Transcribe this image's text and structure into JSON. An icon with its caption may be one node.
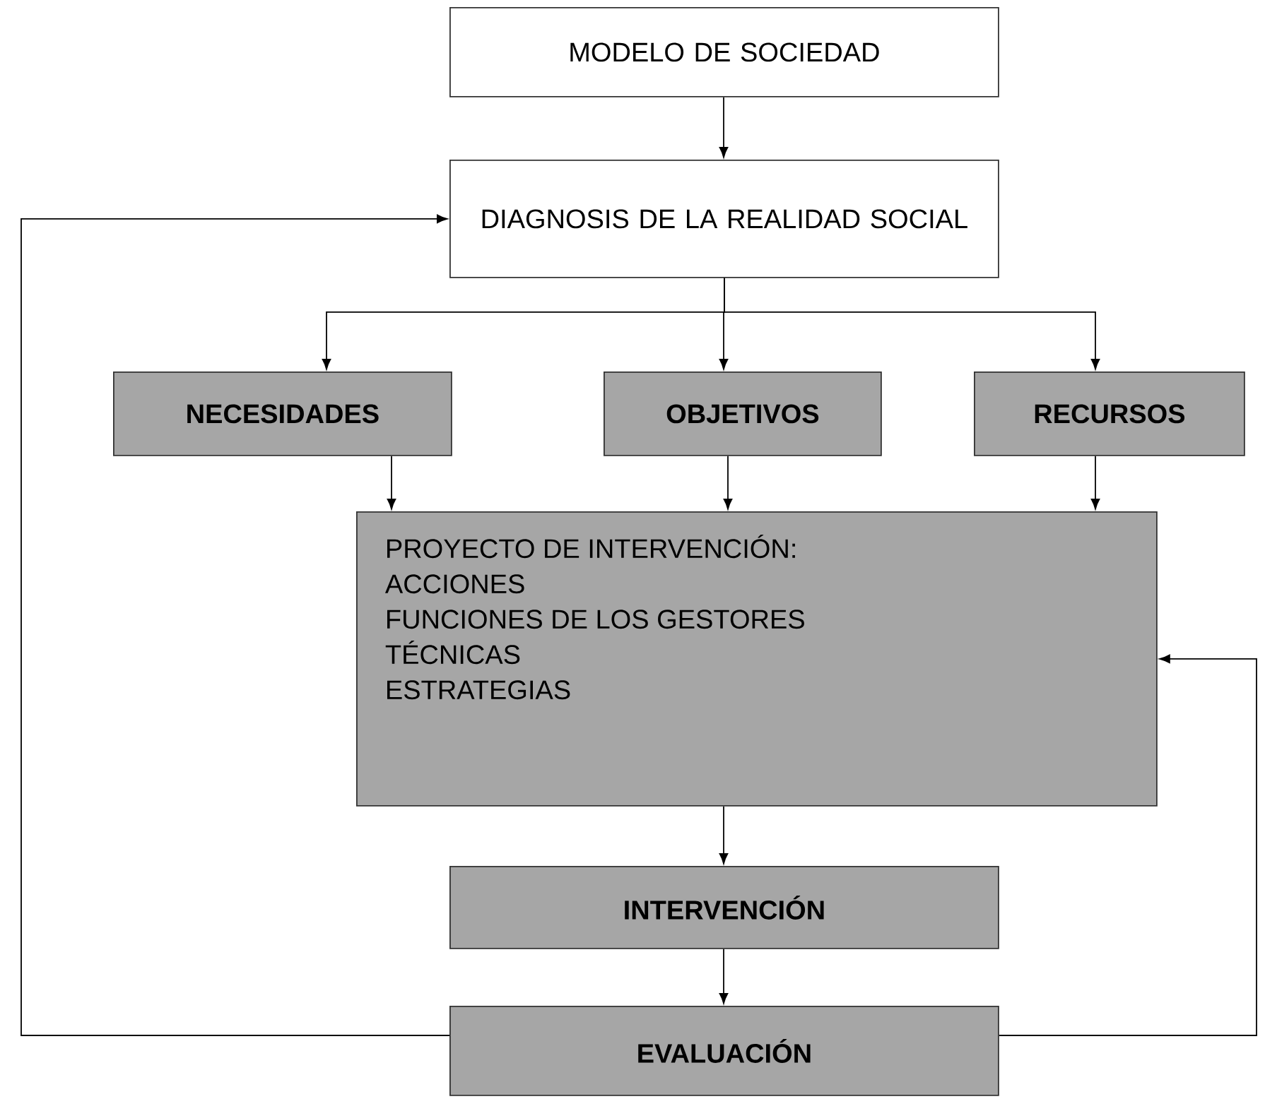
{
  "diagram": {
    "nodes": [
      {
        "text": [
          "MODELO DE SOCIEDAD"
        ]
      },
      {
        "text": [
          "DIAGNOSIS DE LA REALIDAD SOCIAL"
        ]
      },
      {
        "text": [
          "NECESIDADES"
        ]
      },
      {
        "text": [
          "OBJETIVOS"
        ]
      },
      {
        "text": [
          "RECURSOS"
        ]
      },
      {
        "text": [
          "PROYECTO DE INTERVENCIÓN:",
          "ACCIONES",
          "FUNCIONES DE LOS GESTORES",
          "TÉCNICAS",
          "ESTRATEGIAS"
        ]
      },
      {
        "text": [
          "INTERVENCIÓN"
        ]
      },
      {
        "text": [
          "EVALUACIÓN"
        ]
      }
    ],
    "edges": [
      {
        "from": 0,
        "to": 1,
        "arrow": "to"
      },
      {
        "from": 1,
        "to": 2,
        "arrow": "to"
      },
      {
        "from": 1,
        "to": 3,
        "arrow": "to"
      },
      {
        "from": 1,
        "to": 4,
        "arrow": "to"
      },
      {
        "from": 2,
        "to": 5,
        "arrow": "to"
      },
      {
        "from": 3,
        "to": 5,
        "arrow": "to"
      },
      {
        "from": 4,
        "to": 5,
        "arrow": "to"
      },
      {
        "from": 5,
        "to": 6,
        "arrow": "to"
      },
      {
        "from": 6,
        "to": 7,
        "arrow": "to"
      },
      {
        "from": 7,
        "to": 1,
        "arrow": "to"
      },
      {
        "from": 7,
        "to": 5,
        "arrow": "to"
      }
    ]
  }
}
